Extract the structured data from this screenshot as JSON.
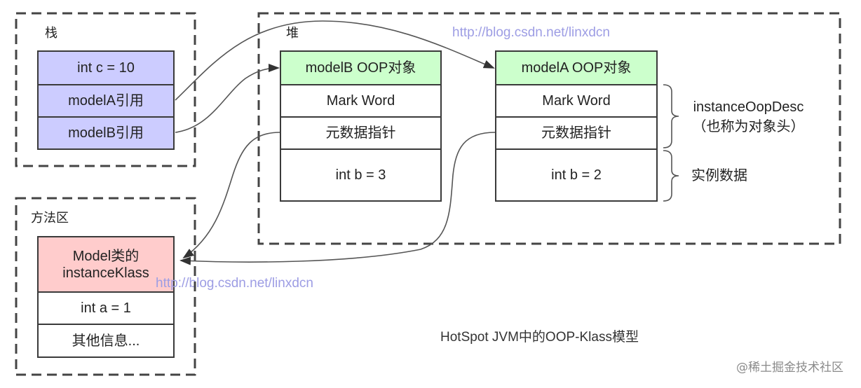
{
  "stack": {
    "label": "栈",
    "cells": [
      "int c = 10",
      "modelA引用",
      "modelB引用"
    ]
  },
  "heap": {
    "label": "堆",
    "watermark": "http://blog.csdn.net/linxdcn",
    "objects": [
      {
        "header": "modelB OOP对象",
        "mark_word": "Mark Word",
        "metadata_pointer": "元数据指针",
        "field": "int b = 3"
      },
      {
        "header": "modelA OOP对象",
        "mark_word": "Mark Word",
        "metadata_pointer": "元数据指针",
        "field": "int b = 2"
      }
    ],
    "annotations": {
      "header_label": "instanceOopDesc",
      "header_note": "（也称为对象头）",
      "instance_data_label": "实例数据"
    }
  },
  "method_area": {
    "label": "方法区",
    "klass_line1": "Model类的",
    "klass_line2": "instanceKlass",
    "cells": [
      "int a = 1",
      "其他信息..."
    ],
    "watermark": "http://blog.csdn.net/linxdcn"
  },
  "caption": "HotSpot JVM中的OOP-Klass模型",
  "footer_watermark": "@稀土掘金技术社区",
  "colors": {
    "stack_cell": "#ccccff",
    "oop_header": "#ccffcc",
    "klass_cell": "#ffcccc",
    "watermark": "#9d9de4",
    "footer_watermark": "#8a8a8a"
  }
}
